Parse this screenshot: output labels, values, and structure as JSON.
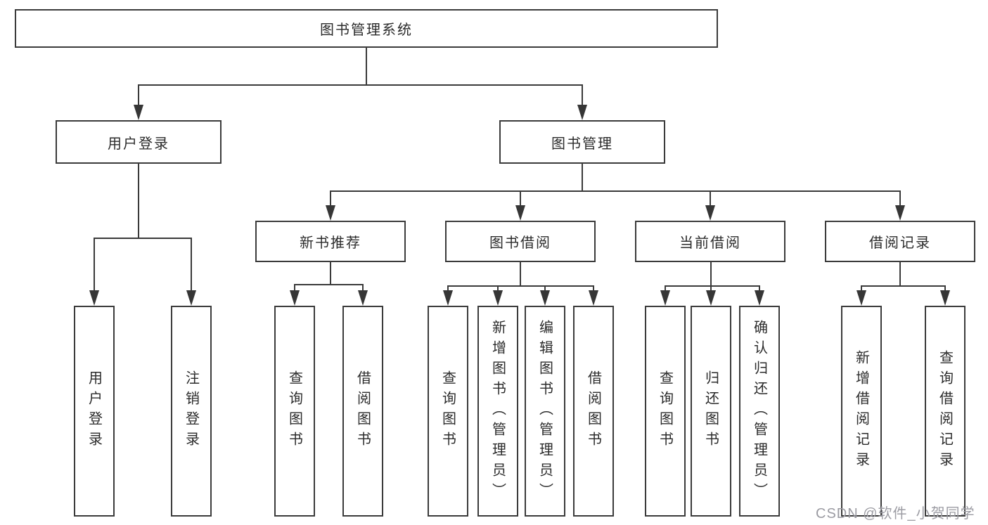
{
  "diagram": {
    "root": "图书管理系统",
    "level2": {
      "user_login": "用户登录",
      "book_mgmt": "图书管理"
    },
    "level3": {
      "new_books": "新书推荐",
      "borrow": "图书借阅",
      "current": "当前借阅",
      "records": "借阅记录"
    },
    "leaves": {
      "login": [
        "用户登录",
        "注销登录"
      ],
      "new_books": [
        "查询图书",
        "借阅图书"
      ],
      "borrow": [
        "查询图书",
        "新增图书（管理员）",
        "编辑图书（管理员）",
        "借阅图书"
      ],
      "current": [
        "查询图书",
        "归还图书",
        "确认归还（管理员）"
      ],
      "records": [
        "新增借阅记录",
        "查询借阅记录"
      ]
    }
  },
  "watermark": "CSDN @软件_小贺同学",
  "colors": {
    "line": "#3a3a3a",
    "text": "#2b2b2b",
    "watermark": "#9c9ca3",
    "background": "#ffffff"
  }
}
